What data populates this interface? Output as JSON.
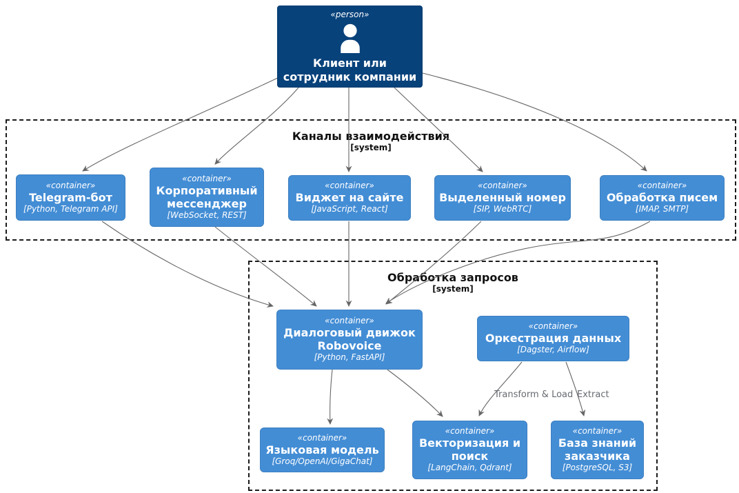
{
  "person": {
    "stereotype": "«person»",
    "title": "Клиент или\nсотрудник компании"
  },
  "boundaries": {
    "channels": {
      "title": "Каналы взаимодействия",
      "type": "[system]"
    },
    "processing": {
      "title": "Обработка запросов",
      "type": "[system]"
    }
  },
  "containers": {
    "telegram": {
      "stereotype": "«container»",
      "title": "Telegram-бот",
      "tech": "[Python, Telegram API]"
    },
    "messenger": {
      "stereotype": "«container»",
      "title": "Корпоративный мессенджер",
      "tech": "[WebSocket, REST]"
    },
    "widget": {
      "stereotype": "«container»",
      "title": "Виджет на сайте",
      "tech": "[JavaScript, React]"
    },
    "phone": {
      "stereotype": "«container»",
      "title": "Выделенный номер",
      "tech": "[SIP, WebRTC]"
    },
    "email": {
      "stereotype": "«container»",
      "title": "Обработка писем",
      "tech": "[IMAP, SMTP]"
    },
    "dialog": {
      "stereotype": "«container»",
      "title": "Диалоговый движок Robovoice",
      "tech": "[Python, FastAPI]"
    },
    "orchestration": {
      "stereotype": "«container»",
      "title": "Оркестрация данных",
      "tech": "[Dagster, Airflow]"
    },
    "llm": {
      "stereotype": "«container»",
      "title": "Языковая модель",
      "tech": "[Groq/OpenAI/GigaChat]"
    },
    "vector": {
      "stereotype": "«container»",
      "title": "Векторизация и поиск",
      "tech": "[LangChain, Qdrant]"
    },
    "kb": {
      "stereotype": "«container»",
      "title": "База знаний заказчика",
      "tech": "[PostgreSQL, S3]"
    }
  },
  "edge_labels": {
    "transform_load": "Transform & Load",
    "extract": "Extract"
  },
  "colors": {
    "person_fill": "#08427b",
    "container_fill": "#438dd5",
    "arrow": "#666666",
    "boundary_border": "#1a1a1a"
  }
}
